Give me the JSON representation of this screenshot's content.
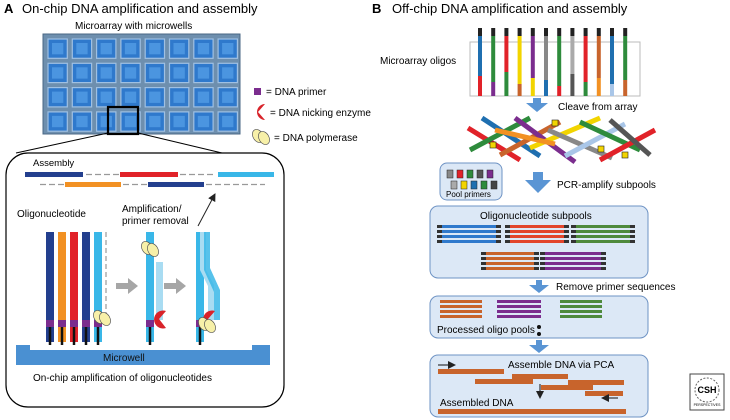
{
  "panel_a": {
    "letter": "A",
    "title": "On-chip DNA amplification and assembly",
    "microarray_label": "Microarray with microwells",
    "legend": {
      "primer": "= DNA primer",
      "nicking": "= DNA nicking enzyme",
      "polymerase": "= DNA polymerase"
    },
    "assembly_label": "Assembly",
    "oligo_label": "Oligonucleotide",
    "amp_label_1": "Amplification/",
    "amp_label_2": "primer removal",
    "microwell_label": "Microwell",
    "bottom_caption": "On-chip amplification of oligonucleotides"
  },
  "panel_b": {
    "letter": "B",
    "title": "Off-chip DNA amplification and assembly",
    "microarray_oligos": "Microarray oligos",
    "cleave": "Cleave from array",
    "pool_primers": "Pool primers",
    "pcr_amplify": "PCR-amplify subpools",
    "subpools_title": "Oligonucleotide subpools",
    "remove_primer": "Remove primer sequences",
    "processed": "Processed oligo pools",
    "assemble": "Assemble DNA via PCA",
    "assembled": "Assembled DNA"
  },
  "logo": {
    "text": "CSH",
    "subtext": "PERSPECTIVES"
  },
  "colors": {
    "primer": "#7b2d8e",
    "nicking": "#d8232a",
    "polymerase": "#f7f0a8",
    "array_bg": "#6e8fae",
    "well": "#3c86d6",
    "microwell": "#4a90d2",
    "box_fill": "#dce8f6",
    "box_stroke": "#6e93c4",
    "arrow": "#5a95d4",
    "assembled": "#c8642c"
  }
}
